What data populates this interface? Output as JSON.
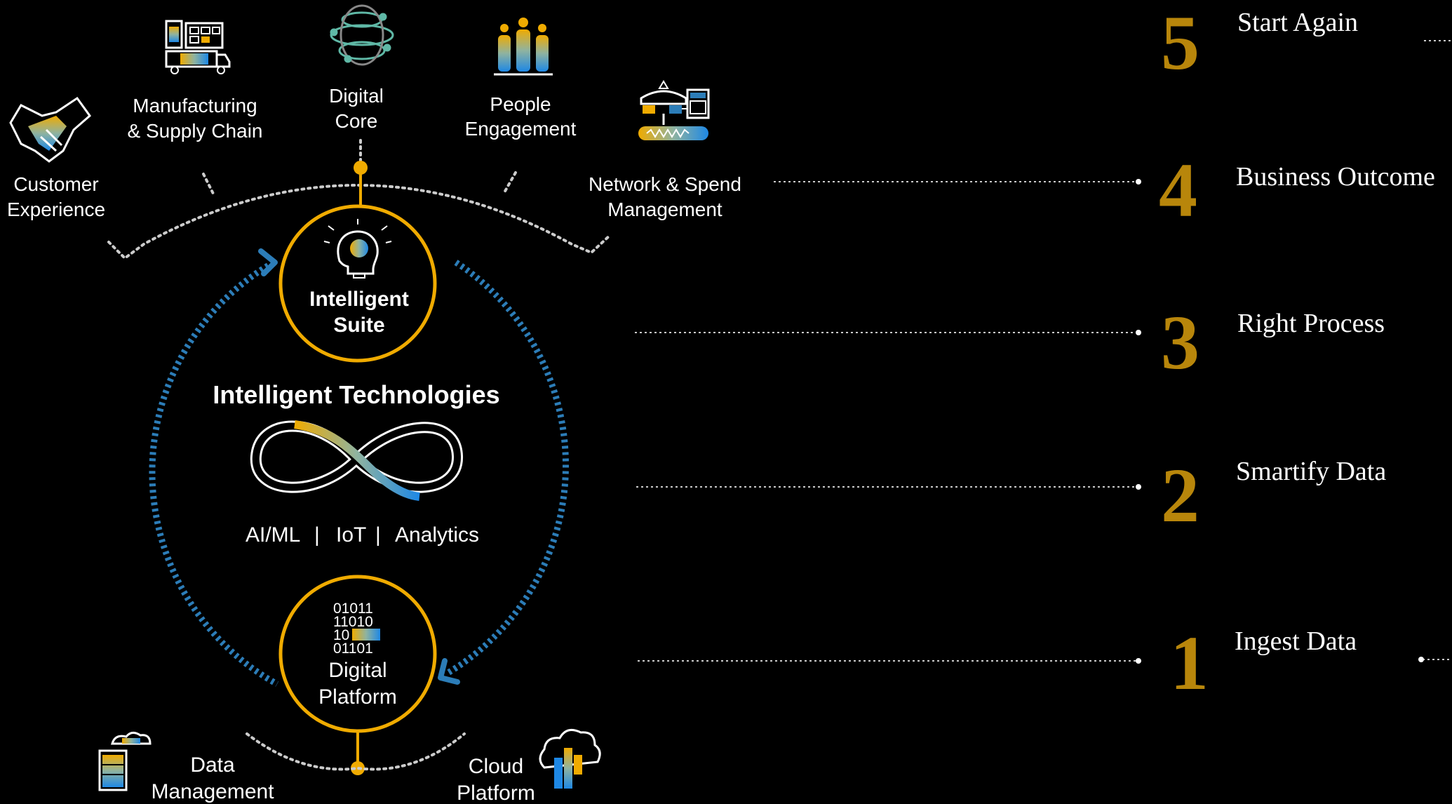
{
  "colors": {
    "background": "#000000",
    "gold": "#F0AB00",
    "step_number": "#B8860B",
    "blue_dots": "#2C7DB8",
    "dotted_white": "#CCCCCC",
    "text": "#FFFFFF"
  },
  "domains": {
    "customer_experience": [
      "Customer",
      "Experience"
    ],
    "manufacturing": [
      "Manufacturing",
      "& Supply Chain"
    ],
    "digital_core": [
      "Digital",
      "Core"
    ],
    "people_engagement": [
      "People",
      "Engagement"
    ],
    "network_spend": [
      "Network & Spend",
      "Management"
    ]
  },
  "icons": {
    "customer_experience": "handshake-icon",
    "manufacturing": "factory-truck-icon",
    "digital_core": "globe-network-icon",
    "people_engagement": "people-icon",
    "network_spend": "spend-network-icon",
    "intelligent_suite": "lightbulb-head-icon",
    "intelligent_technologies": "infinity-icon",
    "digital_platform": "binary-icon",
    "data_management": "data-folder-cloud-icon",
    "cloud_platform": "cloud-bars-icon"
  },
  "intelligent_suite": [
    "Intelligent",
    "Suite"
  ],
  "intelligent_technologies": {
    "title": "Intelligent Technologies",
    "items": [
      "AI/ML",
      "IoT",
      "Analytics"
    ],
    "separator": "|"
  },
  "digital_platform": {
    "binary": [
      "01011",
      "11010",
      "10",
      "01101"
    ],
    "label": [
      "Digital",
      "Platform"
    ]
  },
  "platform_parts": {
    "data_management": [
      "Data",
      "Management"
    ],
    "cloud_platform": [
      "Cloud",
      "Platform"
    ]
  },
  "steps": [
    {
      "number": "5",
      "label": "Start Again"
    },
    {
      "number": "4",
      "label": "Business Outcome"
    },
    {
      "number": "3",
      "label": "Right Process"
    },
    {
      "number": "2",
      "label": "Smartify Data"
    },
    {
      "number": "1",
      "label": "Ingest Data"
    }
  ]
}
